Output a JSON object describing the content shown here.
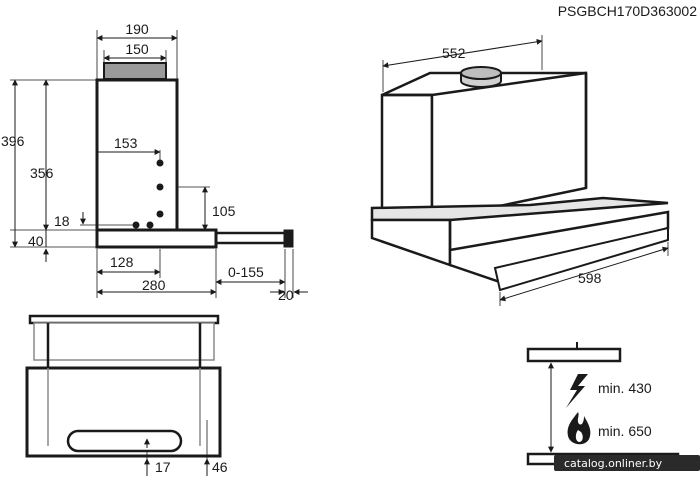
{
  "model_code": "PSGBCH170D363002",
  "watermark": "catalog.onliner.by",
  "side_view": {
    "width_top": "190",
    "width_duct": "150",
    "height_total": "396",
    "height_body": "356",
    "hole_offset_153": "153",
    "hole_height_18": "18",
    "base_40": "40",
    "outlet_105": "105",
    "depth_128": "128",
    "depth_280": "280",
    "extension": "0-155",
    "front_20": "20"
  },
  "iso_view": {
    "depth_552": "552",
    "width_598": "598"
  },
  "front_view": {
    "left_17": "17",
    "right_46": "46"
  },
  "install_view": {
    "min_electric": "min. 430",
    "min_gas": "min. 650",
    "electric_icon": "lightning-icon",
    "gas_icon": "flame-icon"
  }
}
